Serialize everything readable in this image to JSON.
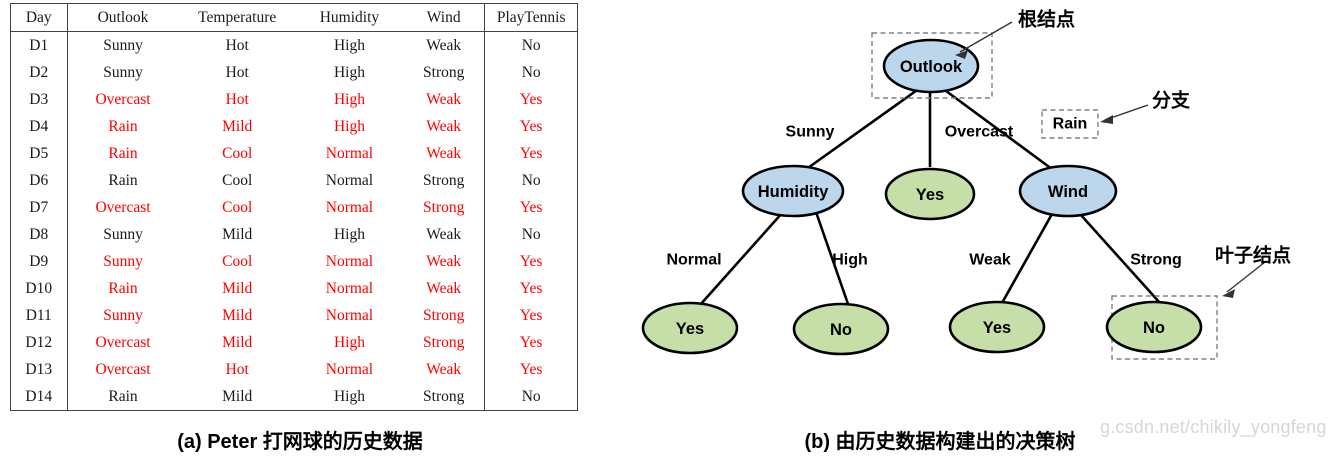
{
  "figure": {
    "caption_a": "(a) Peter 打网球的历史数据",
    "caption_b": "(b) 由历史数据构建出的决策树",
    "watermark": "g.csdn.net/chikily_yongfeng"
  },
  "table": {
    "columns": [
      "Day",
      "Outlook",
      "Temperature",
      "Humidity",
      "Wind",
      "PlayTennis"
    ],
    "highlight_color": "#ff0000",
    "rows": [
      {
        "day": "D1",
        "outlook": "Sunny",
        "temperature": "Hot",
        "humidity": "High",
        "wind": "Weak",
        "play": "No",
        "highlight": false
      },
      {
        "day": "D2",
        "outlook": "Sunny",
        "temperature": "Hot",
        "humidity": "High",
        "wind": "Strong",
        "play": "No",
        "highlight": false
      },
      {
        "day": "D3",
        "outlook": "Overcast",
        "temperature": "Hot",
        "humidity": "High",
        "wind": "Weak",
        "play": "Yes",
        "highlight": true
      },
      {
        "day": "D4",
        "outlook": "Rain",
        "temperature": "Mild",
        "humidity": "High",
        "wind": "Weak",
        "play": "Yes",
        "highlight": true
      },
      {
        "day": "D5",
        "outlook": "Rain",
        "temperature": "Cool",
        "humidity": "Normal",
        "wind": "Weak",
        "play": "Yes",
        "highlight": true
      },
      {
        "day": "D6",
        "outlook": "Rain",
        "temperature": "Cool",
        "humidity": "Normal",
        "wind": "Strong",
        "play": "No",
        "highlight": false
      },
      {
        "day": "D7",
        "outlook": "Overcast",
        "temperature": "Cool",
        "humidity": "Normal",
        "wind": "Strong",
        "play": "Yes",
        "highlight": true
      },
      {
        "day": "D8",
        "outlook": "Sunny",
        "temperature": "Mild",
        "humidity": "High",
        "wind": "Weak",
        "play": "No",
        "highlight": false
      },
      {
        "day": "D9",
        "outlook": "Sunny",
        "temperature": "Cool",
        "humidity": "Normal",
        "wind": "Weak",
        "play": "Yes",
        "highlight": true
      },
      {
        "day": "D10",
        "outlook": "Rain",
        "temperature": "Mild",
        "humidity": "Normal",
        "wind": "Weak",
        "play": "Yes",
        "highlight": true
      },
      {
        "day": "D11",
        "outlook": "Sunny",
        "temperature": "Mild",
        "humidity": "Normal",
        "wind": "Strong",
        "play": "Yes",
        "highlight": true
      },
      {
        "day": "D12",
        "outlook": "Overcast",
        "temperature": "Mild",
        "humidity": "High",
        "wind": "Strong",
        "play": "Yes",
        "highlight": true
      },
      {
        "day": "D13",
        "outlook": "Overcast",
        "temperature": "Hot",
        "humidity": "Normal",
        "wind": "Weak",
        "play": "Yes",
        "highlight": true
      },
      {
        "day": "D14",
        "outlook": "Rain",
        "temperature": "Mild",
        "humidity": "High",
        "wind": "Strong",
        "play": "No",
        "highlight": false
      }
    ]
  },
  "tree": {
    "colors": {
      "decision_node_fill": "#bcd6ec",
      "leaf_node_fill": "#c6dfa9",
      "node_stroke": "#000000",
      "dashed_box_stroke": "#808080"
    },
    "nodes": {
      "root": {
        "label": "Outlook",
        "type": "decision"
      },
      "humidity": {
        "label": "Humidity",
        "type": "decision"
      },
      "overcast_leaf": {
        "label": "Yes",
        "type": "leaf"
      },
      "wind": {
        "label": "Wind",
        "type": "decision"
      },
      "leaf_normal": {
        "label": "Yes",
        "type": "leaf"
      },
      "leaf_high": {
        "label": "No",
        "type": "leaf"
      },
      "leaf_weak": {
        "label": "Yes",
        "type": "leaf"
      },
      "leaf_strong": {
        "label": "No",
        "type": "leaf"
      }
    },
    "edges": {
      "sunny": "Sunny",
      "overcast": "Overcast",
      "rain": "Rain",
      "normal": "Normal",
      "high": "High",
      "weak": "Weak",
      "strong": "Strong"
    },
    "annotations": {
      "root_node": "根结点",
      "branch": "分支",
      "leaf_node": "叶子结点"
    }
  }
}
